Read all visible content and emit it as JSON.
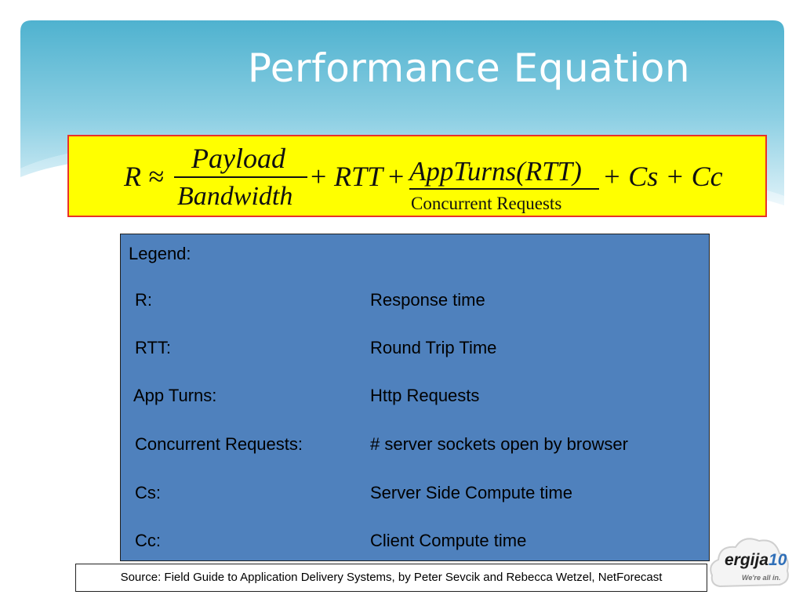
{
  "slide": {
    "title": "Performance Equation"
  },
  "equation": {
    "lhs": "R ≈",
    "payload": "Payload",
    "bandwidth": "Bandwidth",
    "plus1": "+",
    "rtt": "RTT",
    "plus2": "+",
    "app_turns": "AppTurns(RTT)",
    "concurrent_requests": "Concurrent Requests",
    "tail": "+ Cs + Cc"
  },
  "legend": {
    "title": "Legend:",
    "rows": [
      {
        "term": "R:",
        "definition": "Response time"
      },
      {
        "term": "RTT:",
        "definition": "Round Trip Time"
      },
      {
        "term": "App Turns:",
        "definition": "Http Requests"
      },
      {
        "term": "Concurrent Requests:",
        "definition": "# server sockets open by browser"
      },
      {
        "term": "Cs:",
        "definition": "Server Side Compute time"
      },
      {
        "term": "Cc:",
        "definition": "Client Compute time"
      }
    ]
  },
  "source": {
    "text": "Source: Field Guide to Application Delivery Systems, by Peter Sevcik and Rebecca Wetzel, NetForecast"
  },
  "logo": {
    "name_part": "ergija",
    "number": "10",
    "tagline": "We're all in."
  },
  "colors": {
    "header_gradient_top": "#5cb8d4",
    "equation_background": "#ffff00",
    "equation_border": "#e8312a",
    "legend_background": "#4f81bd",
    "logo_accent": "#2f6fb8"
  }
}
